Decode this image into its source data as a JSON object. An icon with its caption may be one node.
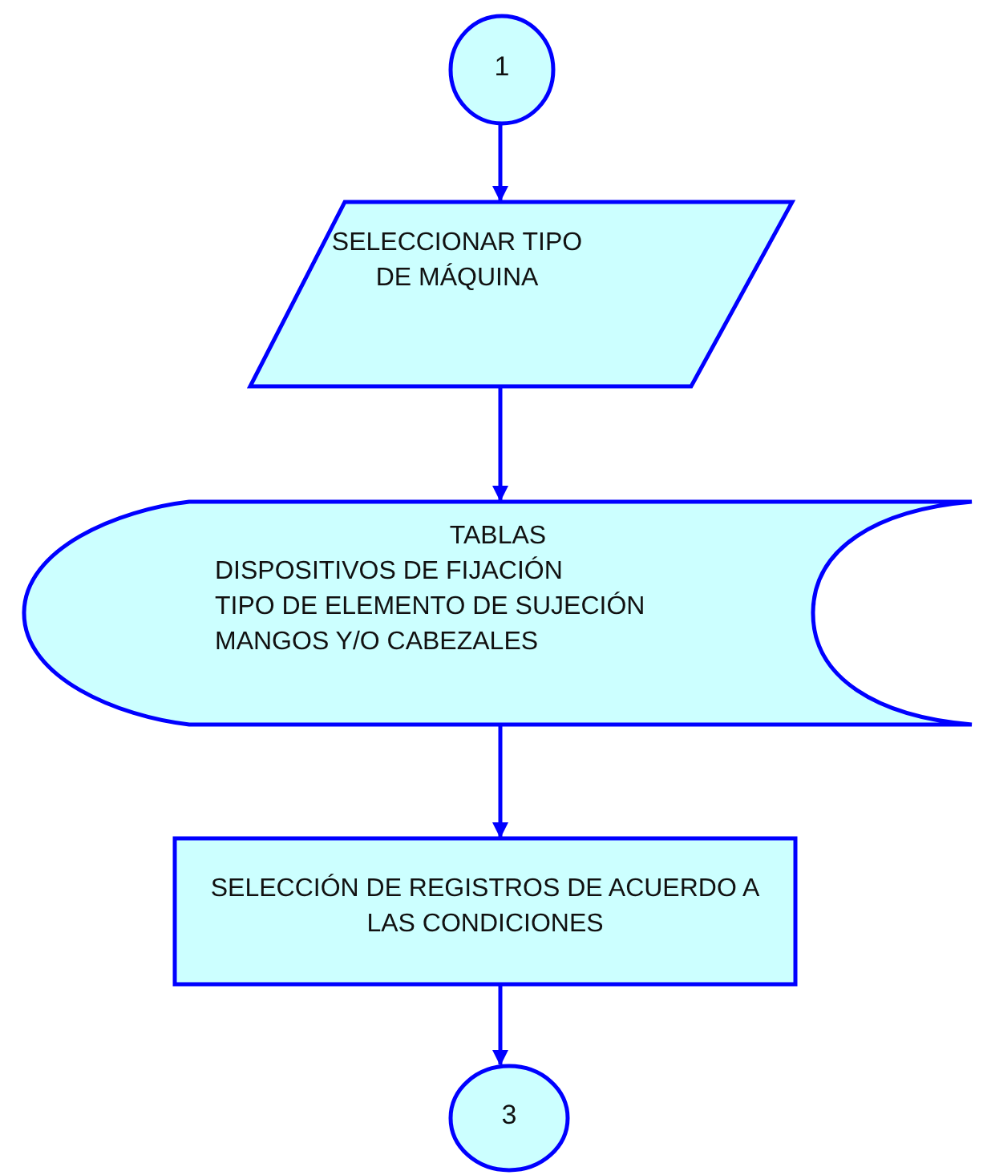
{
  "diagram": {
    "nodes": [
      {
        "text": [
          "1"
        ]
      },
      {
        "text": [
          "SELECCIONAR TIPO DE MÁQUINA"
        ]
      },
      {
        "text": [
          "TABLAS",
          "DISPOSITIVOS DE FIJACIÓN",
          "TIPO DE ELEMENTO DE SUJECIÓN",
          "MANGOS Y/O CABEZALES"
        ]
      },
      {
        "text": [
          "SELECCIÓN DE REGISTROS DE ACUERDO A LAS CONDICIONES"
        ]
      },
      {
        "text": [
          "3"
        ]
      }
    ],
    "edges": [
      {
        "from": 0,
        "to": 1,
        "arrow": "to"
      },
      {
        "from": 1,
        "to": 2,
        "arrow": "to"
      },
      {
        "from": 2,
        "to": 3,
        "arrow": "to"
      },
      {
        "from": 3,
        "to": 4,
        "arrow": "to"
      }
    ]
  }
}
